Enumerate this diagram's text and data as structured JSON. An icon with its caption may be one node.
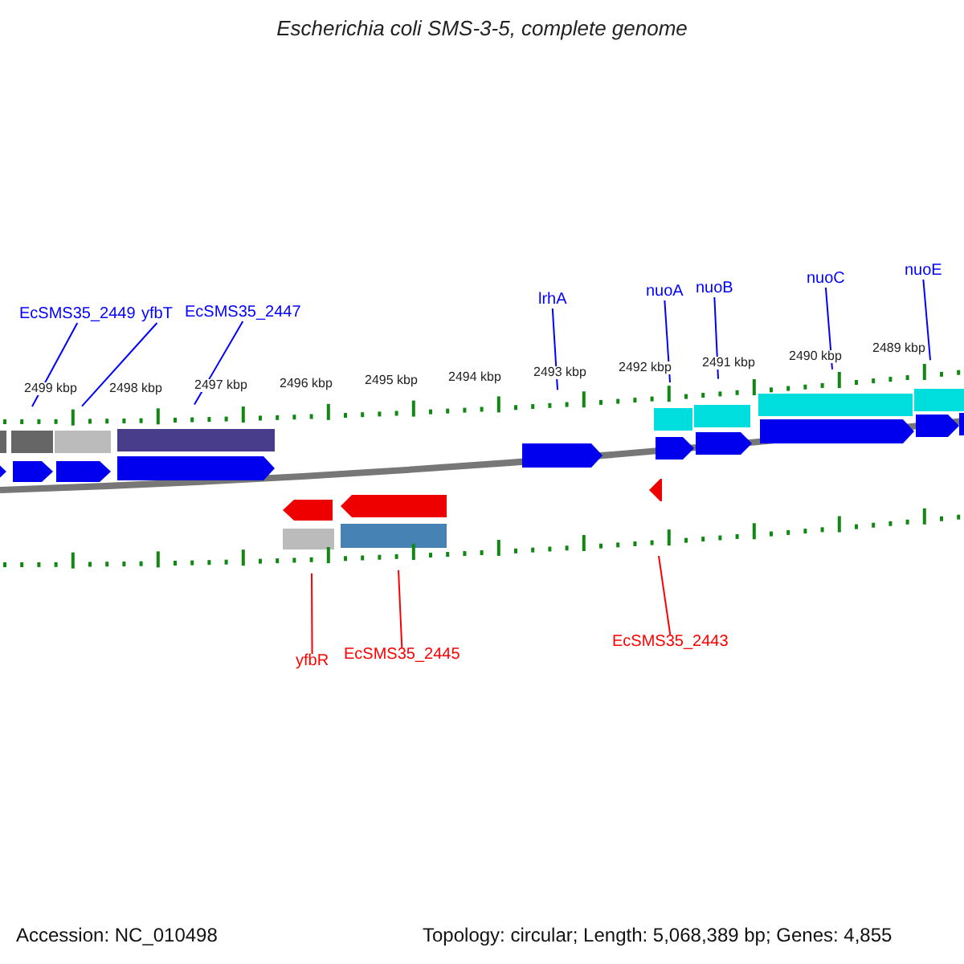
{
  "diagram": {
    "title": "Escherichia coli SMS-3-5, complete genome",
    "nodes": [
      {
        "text": [
          "EcSMS35_2449"
        ]
      },
      {
        "text": [
          "yfbT"
        ]
      },
      {
        "text": [
          "EcSMS35_2447"
        ]
      },
      {
        "text": [
          "lrhA"
        ]
      },
      {
        "text": [
          "nuoA"
        ]
      },
      {
        "text": [
          "nuoB"
        ]
      },
      {
        "text": [
          "nuoC"
        ]
      },
      {
        "text": [
          "nuoE"
        ]
      },
      {
        "text": [
          "yfbR"
        ]
      },
      {
        "text": [
          "EcSMS35_2445"
        ]
      },
      {
        "text": [
          "EcSMS35_2443"
        ]
      },
      {
        "text": [],
        "shape": "bar"
      },
      {
        "text": [],
        "shape": "bar"
      }
    ],
    "edges": [
      {
        "from": 0,
        "to": 11,
        "arrow": "none",
        "color": "#0000ff"
      },
      {
        "from": 1,
        "to": 11,
        "arrow": "none",
        "color": "#0000ff"
      },
      {
        "from": 2,
        "to": 11,
        "arrow": "none",
        "color": "#0000ff"
      },
      {
        "from": 3,
        "to": 11,
        "arrow": "none",
        "color": "#0000ff"
      },
      {
        "from": 4,
        "to": 11,
        "arrow": "none",
        "color": "#0000ff"
      },
      {
        "from": 5,
        "to": 11,
        "arrow": "none",
        "color": "#0000ff"
      },
      {
        "from": 6,
        "to": 11,
        "arrow": "none",
        "color": "#0000ff"
      },
      {
        "from": 7,
        "to": 11,
        "arrow": "none",
        "color": "#0000ff"
      },
      {
        "from": 8,
        "to": 12,
        "arrow": "none",
        "color": "#ff0000"
      },
      {
        "from": 9,
        "to": 12,
        "arrow": "none",
        "color": "#ff0000"
      },
      {
        "from": 10,
        "to": 12,
        "arrow": "none",
        "color": "#ff0000"
      }
    ],
    "labels": [
      "2499 kbp",
      "2498 kbp",
      "2497 kbp",
      "2496 kbp",
      "2495 kbp",
      "2494 kbp",
      "2493 kbp",
      "2492 kbp",
      "2491 kbp",
      "2490 kbp",
      "2489 kbp",
      "Accession: NC_010498",
      "Topology: circular; Length: 5,068,389 bp; Genes: 4,855"
    ]
  }
}
